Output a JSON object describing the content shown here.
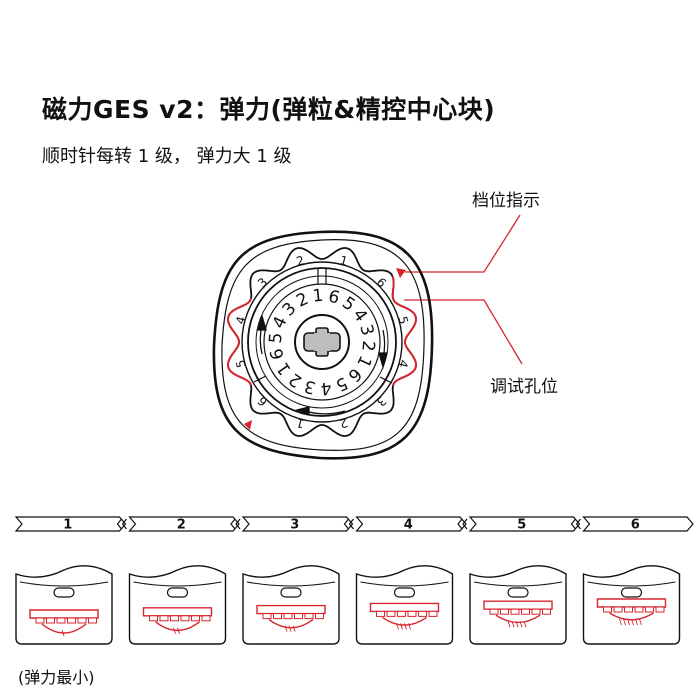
{
  "header": {
    "title": "磁力GES v2：弹力(弹粒&精控中心块)",
    "subtitle": "顺时针每转 1 级， 弹力大 1 级"
  },
  "callouts": {
    "gear_indicator": "档位指示",
    "adjust_hole": "调试孔位"
  },
  "dial": {
    "outer_numbers": [
      "1",
      "6",
      "5",
      "4",
      "3",
      "2",
      "1",
      "6",
      "5",
      "4",
      "3",
      "2"
    ],
    "inner_numbers": [
      "1",
      "2",
      "3",
      "4",
      "5",
      "6",
      "1",
      "2",
      "3",
      "4",
      "5",
      "6",
      "1",
      "2",
      "3",
      "4",
      "5",
      "6"
    ]
  },
  "levels": {
    "labels": [
      "1",
      "2",
      "3",
      "4",
      "5",
      "6"
    ],
    "values": [
      1,
      2,
      3,
      4,
      5,
      6
    ]
  },
  "footnote": "(弹力最小)",
  "colors": {
    "accent": "#d7262e",
    "ink": "#111111"
  }
}
